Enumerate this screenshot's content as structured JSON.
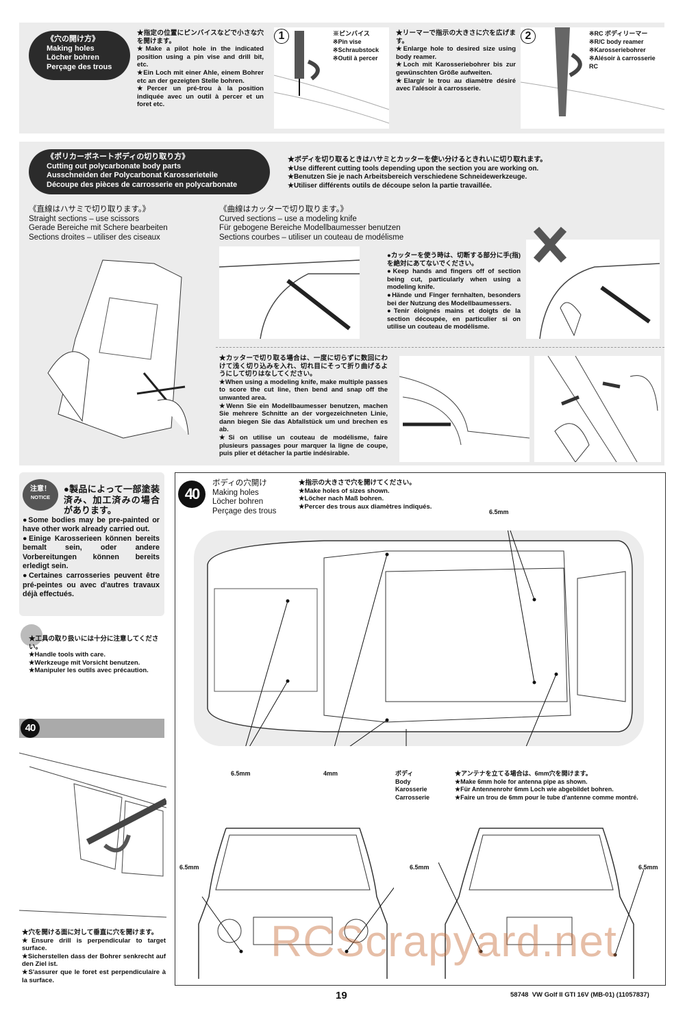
{
  "making_holes": {
    "title": [
      "《穴の開け方》",
      "Making holes",
      "Löcher bohren",
      "Perçage des trous"
    ],
    "instructions": [
      "★指定の位置にピンバイスなどで小さな穴を開けます。",
      "★Make a pilot hole in the indicated position using a pin vise and drill bit, etc.",
      "★Ein Loch mit einer Ahle, einem Bohrer etc an der gezeigten Stelle bohren.",
      "★Percer un pré-trou à la position indiquée avec un outil à percer et un foret etc."
    ],
    "step1_num": "1",
    "step1_tool": [
      "※ピンバイス",
      "※Pin vise",
      "※Schraubstock",
      "※Outil à percer"
    ],
    "step2_text": [
      "★リーマーで指示の大きさに穴を広げます。",
      "★Enlarge hole to desired size using body reamer.",
      "★Loch mit Karosseriebohrer bis zur gewünschten Größe aufweiten.",
      "★Elargir le trou au diamètre désiré avec l'alésoir à carrosserie."
    ],
    "step2_num": "2",
    "step2_tool": [
      "※RC ボディリーマー",
      "※R/C body reamer",
      "※Karosseriebohrer",
      "※Alésoir à carrosserie RC"
    ]
  },
  "cutting": {
    "title": [
      "《ポリカーボネートボディの切り取り方》",
      "Cutting out polycarbonate body parts",
      "Ausschneiden der Polycarbonat Karosserieteile",
      "Découpe des pièces de carrosserie en polycarbonate"
    ],
    "intro": [
      "★ボディを切り取るときはハサミとカッターを使い分けるときれいに切り取れます。",
      "★Use different cutting tools depending upon the section you are working on.",
      "★Benutzen Sie je nach Arbeitsbereich verschiedene Schneidewerkzeuge.",
      "★Utiliser différents outils de découpe selon la partie travaillée."
    ],
    "straight": [
      "《直線はハサミで切り取ります。》",
      "Straight sections – use scissors",
      "Gerade Bereiche mit Schere bearbeiten",
      "Sections droites – utiliser des ciseaux"
    ],
    "curved": [
      "《曲線はカッターで切り取ります。》",
      "Curved sections – use a modeling knife",
      "Für gebogene Bereiche Modellbaumesser benutzen",
      "Sections courbes – utiliser un couteau de modélisme"
    ],
    "warning": [
      "●カッターを使う時は、切断する部分に手(指)を絶対にあてないでください。",
      "●Keep hands and fingers off of section being cut, particularly when using a modeling knife.",
      "●Hände und Finger fernhalten, besonders bei der Nutzung des Modellbaumessers.",
      "●Tenir éloignés mains et doigts de la section découpée, en particulier si on utilise un couteau de modélisme."
    ],
    "knife_tip": [
      "★カッターで切り取る場合は、一度に切らずに数回にわけて浅く切り込みを入れ、切れ目にそって折り曲げるようにして切りはなしてください。",
      "★When using a modeling knife, make multiple passes to score the cut line, then bend and snap off the unwanted area.",
      "★Wenn Sie ein Modellbaumesser benutzen, machen Sie mehrere Schnitte an der vorgezeichneten Linie, dann biegen Sie das Abfallstück um und brechen es ab.",
      "★Si on utilise un couteau de modélisme, faire plusieurs passages pour marquer la ligne de coupe, puis plier et détacher la partie indésirable."
    ]
  },
  "notice": {
    "badge": [
      "注意！",
      "NOTICE"
    ],
    "text": [
      "●製品によって一部塗装済み、加工済みの場合があります。",
      "●Some bodies may be pre-painted or have other work already carried out.",
      "●Einige Karosserieen können bereits bemalt sein, oder andere Vorbereitungen können bereits erledigt sein.",
      "●Certaines carrosseries peuvent être pré-peintes ou avec d'autres travaux déjà effectués."
    ]
  },
  "tool_caution": [
    "★工具の取り扱いには十分に注意してください。",
    "★Handle tools with care.",
    "★Werkzeuge mit Vorsicht benutzen.",
    "★Manipuler les outils avec précaution."
  ],
  "side_step": {
    "number": "40",
    "text": [
      "★穴を開ける面に対して垂直に穴を開けます。",
      "★Ensure drill is perpendicular to target surface.",
      "★Sicherstellen dass der Bohrer senkrecht auf den Ziel ist.",
      "★S'assurer que le foret est perpendiculaire à la surface."
    ]
  },
  "step40": {
    "number": "40",
    "title": [
      "ボディの穴開け",
      "Making holes",
      "Löcher bohren",
      "Perçage des trous"
    ],
    "instructions": [
      "★指示の大きさで穴を開けてください。",
      "★Make holes of sizes shown.",
      "★Löcher nach Maß bohren.",
      "★Percer des trous aux diamètres indiqués."
    ],
    "sizes": {
      "top_right": "6.5mm",
      "left": "6.5mm",
      "center": "4mm",
      "front_left": "6.5mm",
      "front_right": "6.5mm",
      "rear_right": "6.5mm"
    },
    "body_label": [
      "ボディ",
      "Body",
      "Karosserie",
      "Carrosserie"
    ],
    "antenna": [
      "★アンテナを立てる場合は、6mm穴を開けます。",
      "★Make 6mm hole for antenna pipe as shown.",
      "★Für Antennenrohr 6mm Loch wie abgebildet bohren.",
      "★Faire un trou de 6mm pour le tube d'antenne comme montré."
    ]
  },
  "footer": {
    "page": "19",
    "title": "58748  VW Golf II GTI 16V (MB-01) (11057837)"
  },
  "watermark": "RCScrapyard.net"
}
